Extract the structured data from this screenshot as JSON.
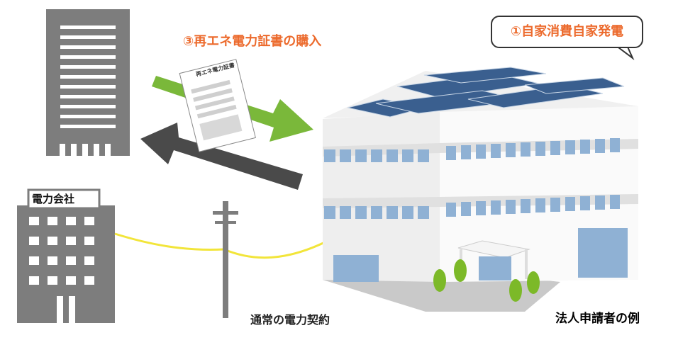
{
  "labels": {
    "purchase_certificate": "③再エネ電力証書の購入",
    "self_generation": "①自家消費自家発電",
    "power_company": "電力会社",
    "regular_contract": "通常の電力契約",
    "applicant_example": "法人申請者の例",
    "certificate_title": "再エネ電力証書"
  },
  "colors": {
    "accent_orange": "#ec6a2c",
    "arrow_green": "#7ab83a",
    "arrow_dark": "#4a4a4a",
    "building_gray": "#7d7d7d",
    "power_line_yellow": "#f2e53a",
    "window_blue": "#8fb1d4"
  }
}
